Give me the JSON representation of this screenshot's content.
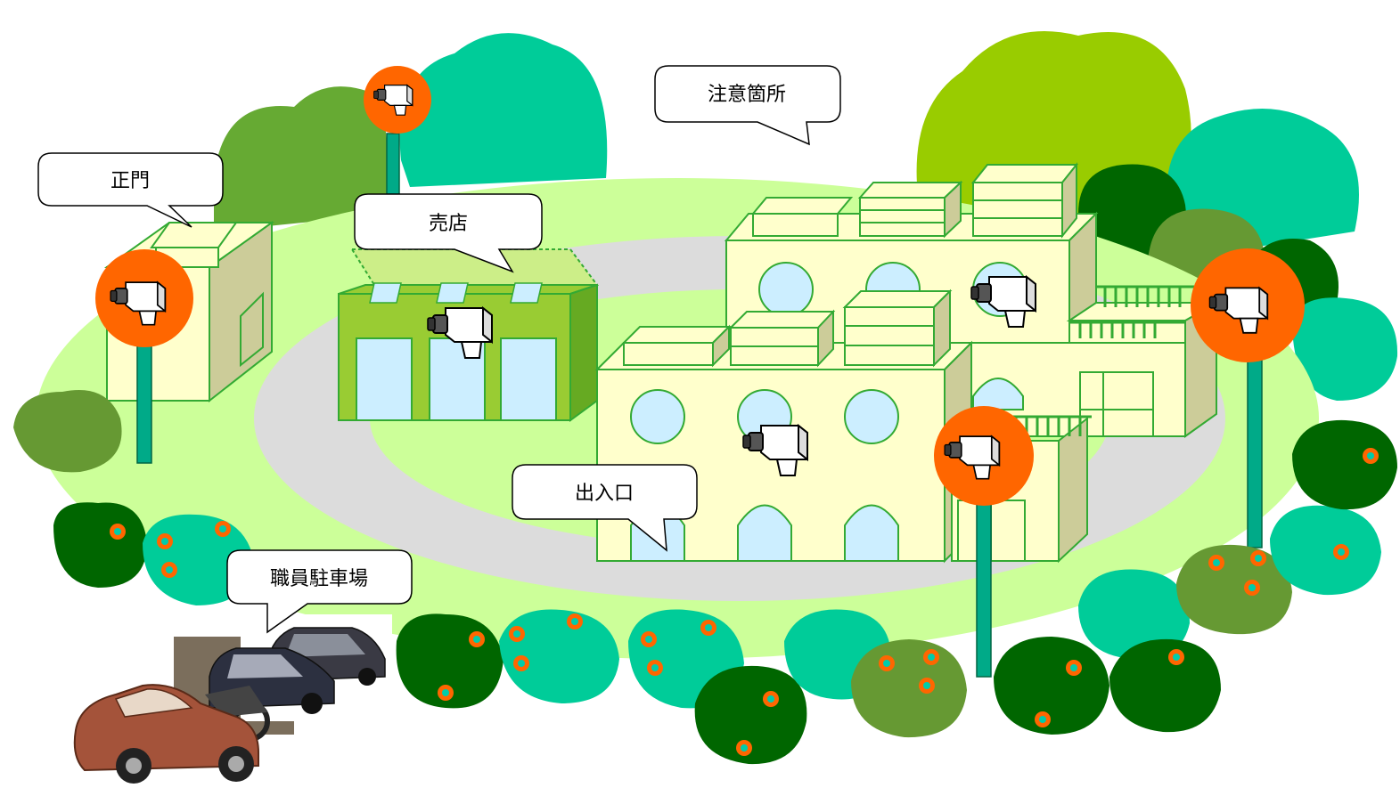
{
  "labels": {
    "main_gate": "正門",
    "shop": "売店",
    "caution_area": "注意箇所",
    "entrance": "出入口",
    "staff_parking": "職員駐車場"
  },
  "colors": {
    "lawn": "#ccff99",
    "road": "#dddddd",
    "building_fill": "#ffffcc",
    "building_side": "#cccc99",
    "building_stroke": "#33aa33",
    "window": "#cceeff",
    "shop_green": "#99cc33",
    "tree_teal": "#00cc99",
    "tree_lime": "#99cc00",
    "tree_dark": "#006600",
    "tree_olive": "#669933",
    "camera_badge": "#ff6600",
    "pole": "#00aa88",
    "flower": "#ff6600"
  },
  "icons": [
    "security-camera-icon",
    "car-icon",
    "motorcycle-icon",
    "flower-icon"
  ]
}
